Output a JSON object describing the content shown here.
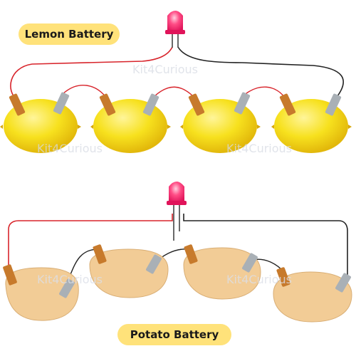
{
  "titles": {
    "lemon": "Lemon Battery",
    "potato": "Potato Battery"
  },
  "watermark": "Kit4Curious",
  "colors": {
    "lemon": "#f7e11e",
    "lemon_shade": "#e8c30c",
    "potato": "#f2cc96",
    "potato_edge": "#c89a63",
    "wire_red": "#d8242b",
    "wire_black": "#222222",
    "copper_clip": "#c77a2c",
    "zinc_clip": "#a9b0b6",
    "led": "#ff2d6f",
    "title_bg": "#ffe27a"
  },
  "diagram": {
    "lemon_battery": {
      "cells": 4,
      "connection": "series",
      "load": "LED"
    },
    "potato_battery": {
      "cells": 4,
      "connection": "series",
      "load": "LED"
    }
  }
}
